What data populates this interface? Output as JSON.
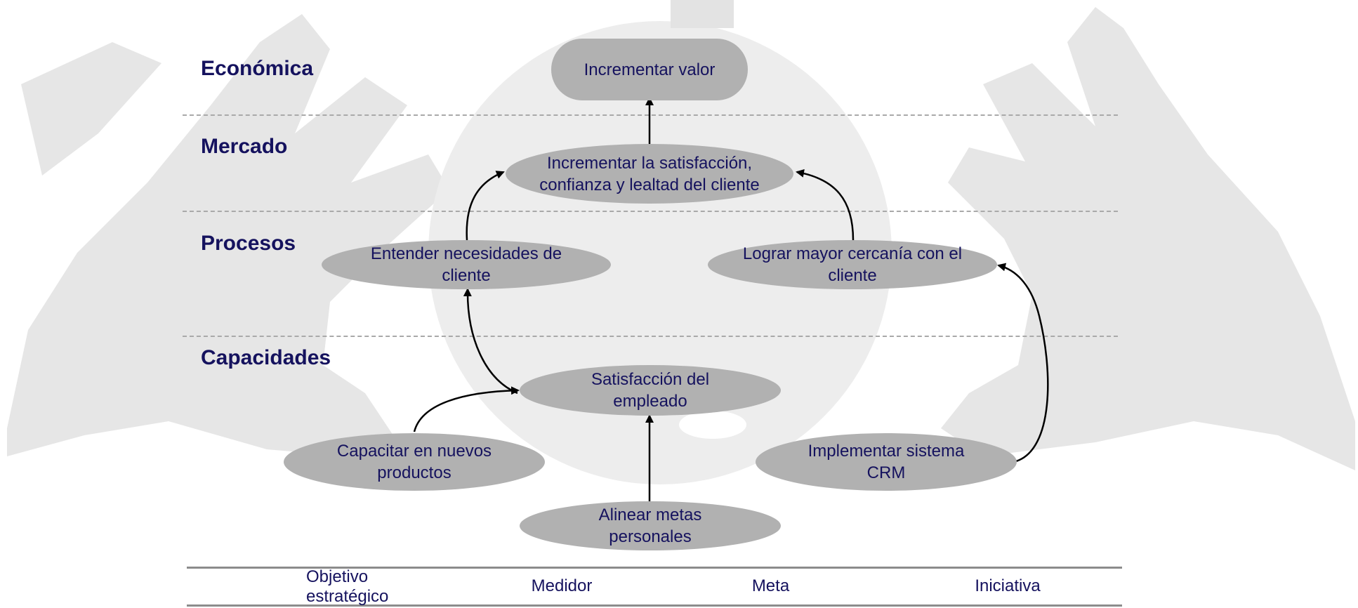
{
  "levels": [
    "Económica",
    "Mercado",
    "Procesos",
    "Capacidades"
  ],
  "nodes": {
    "incrementar_valor": "Incrementar valor",
    "satisfaccion_cliente": "Incrementar la satisfacción, confianza y lealtad del cliente",
    "entender_necesidades": "Entender necesidades de cliente",
    "lograr_cercania": "Lograr mayor cercanía con el cliente",
    "satisfaccion_empleado": "Satisfacción del empleado",
    "capacitar": "Capacitar en nuevos productos",
    "implementar_crm": "Implementar sistema CRM",
    "alinear_metas": "Alinear metas personales"
  },
  "table_headers": [
    "Objetivo estratégico",
    "Medidor",
    "Meta",
    "Iniciativa"
  ],
  "colors": {
    "node_fill": "#b1b1b1",
    "text": "#15125e",
    "divider": "#a9a9a9",
    "background_shapes": "#e4e4e4"
  }
}
